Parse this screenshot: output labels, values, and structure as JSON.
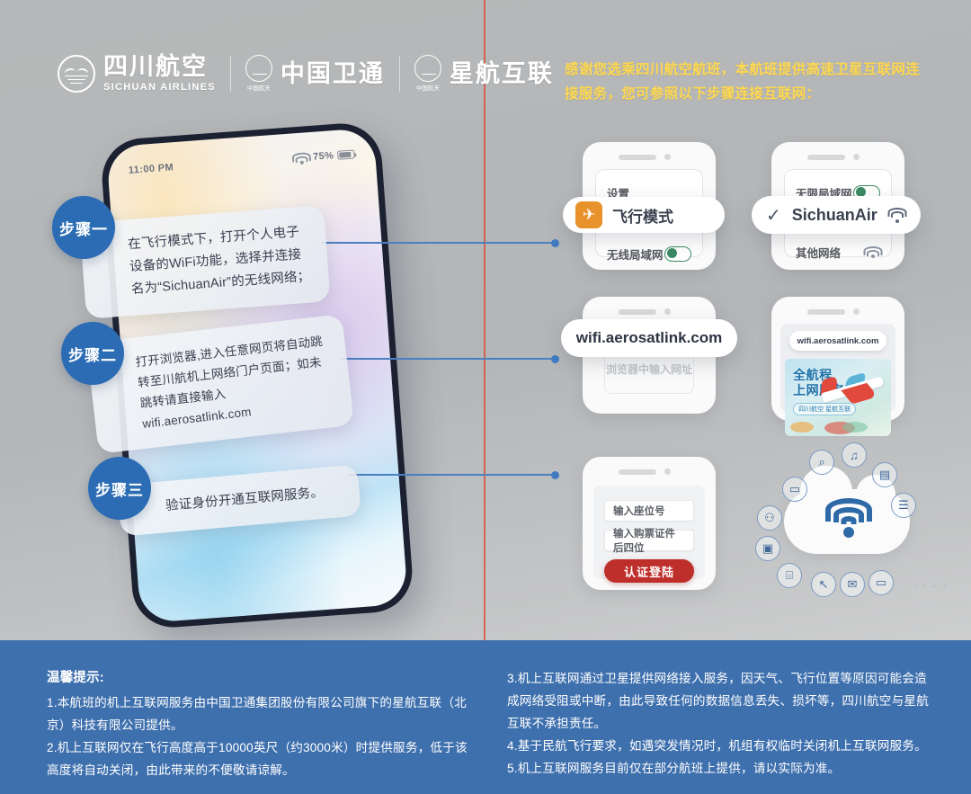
{
  "brand": {
    "airline_cn": "四川航空",
    "airline_en": "SICHUAN AIRLINES",
    "partner1_cn": "中国卫通",
    "partner1_sub": "中国航天",
    "partner2_cn": "星航互联",
    "partner2_sub": "中国航天"
  },
  "header": {
    "note": "感谢您选乘四川航空航班，本航班提供高速卫星互联网连接服务，您可参照以下步骤连接互联网："
  },
  "phone": {
    "time": "11:00 PM",
    "battery": "75%"
  },
  "steps": [
    {
      "badge": "步骤一",
      "text": "在飞行模式下，打开个人电子设备的WiFi功能，选择并连接名为“SichuanAir”的无线网络；"
    },
    {
      "badge": "步骤二",
      "text": "打开浏览器,进入任意网页将自动跳转至川航机上网络门户页面；如未跳转请直接输入wifi.aerosatlink.com"
    },
    {
      "badge": "步骤三",
      "text": "验证身份开通互联网服务。"
    }
  ],
  "mock": {
    "settings_label": "设置",
    "airplane_mode": "飞行模式",
    "wlan_label": "无线局域网",
    "wlan_label_alt": "无限局域网",
    "network_name": "SichuanAir",
    "other_networks": "其他网络",
    "url": "wifi.aerosatlink.com",
    "url_placeholder": "浏览器中输入网址",
    "portal_title_line1": "全航程",
    "portal_title_line2": "上网服务",
    "portal_sub": "四川航空 星航互联",
    "seat_field": "输入座位号",
    "id_field": "输入购票证件后四位",
    "login_button": "认证登陆",
    "check_glyph": "✓",
    "plane_glyph": "✈"
  },
  "cloud_icons": [
    "search-icon",
    "headphones-icon",
    "video-icon",
    "list-icon",
    "chat-icon",
    "people-icon",
    "monitor-icon",
    "chart-icon",
    "cursor-icon",
    "mail-icon",
    "laptop-icon"
  ],
  "footer": {
    "title": "温馨提示:",
    "left": [
      "1.本航班的机上互联网服务由中国卫通集团股份有限公司旗下的星航互联（北京）科技有限公司提供。",
      "2.机上互联网仅在飞行高度高于10000英尺（约3000米）时提供服务，低于该高度将自动关闭，由此带来的不便敬请谅解。"
    ],
    "right": [
      "3.机上互联网通过卫星提供网络接入服务，因天气、飞行位置等原因可能会造成网络受阻或中断，由此导致任何的数据信息丢失、损坏等，四川航空与星航互联不承担责任。",
      "4.基于民航飞行要求，如遇突发情况时，机组有权临时关闭机上互联网服务。",
      "5.机上互联网服务目前仅在部分航班上提供，请以实际为准。"
    ]
  },
  "colors": {
    "accent_blue": "#2c6cb4",
    "footer_blue": "#3f70ae",
    "header_yellow": "#ffd84d",
    "divider_red": "#d8533f",
    "login_red": "#be2f2b",
    "airplane_orange": "#e8922c",
    "toggle_green": "#3c8a63"
  }
}
